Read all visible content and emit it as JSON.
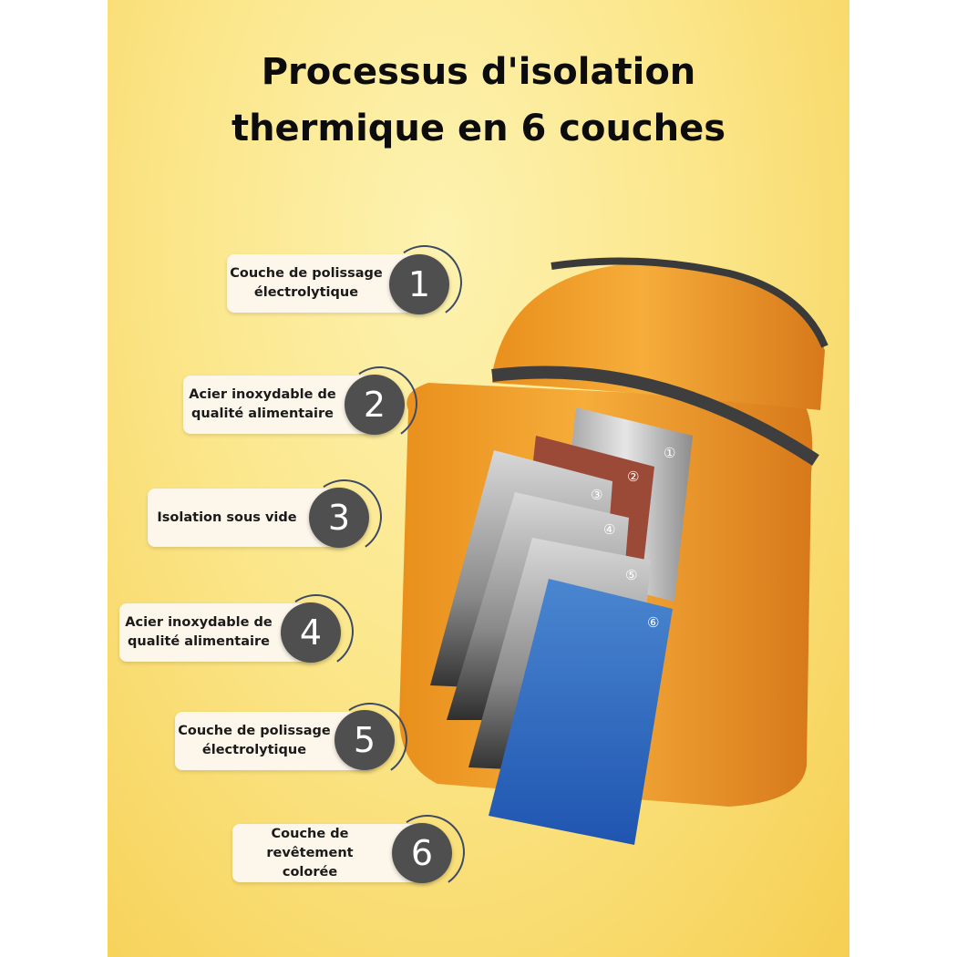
{
  "title": {
    "line1": "Processus d'isolation",
    "line2": "thermique en 6 couches"
  },
  "layers": [
    {
      "number": "1",
      "label": "Couche de polissage électrolytique"
    },
    {
      "number": "2",
      "label": "Acier inoxydable de qualité alimentaire"
    },
    {
      "number": "3",
      "label": "Isolation sous vide"
    },
    {
      "number": "4",
      "label": "Acier inoxydable de qualité alimentaire"
    },
    {
      "number": "5",
      "label": "Couche de polissage électrolytique"
    },
    {
      "number": "6",
      "label": "Couche de revêtement colorée"
    }
  ],
  "panel_markers": [
    "①",
    "②",
    "③",
    "④",
    "⑤",
    "⑥"
  ],
  "colors": {
    "background": "#fbe68a",
    "jar": "#f2a22a",
    "badge": "#4f4f4f",
    "coating": "#2a62c0",
    "copper": "#9c4a38"
  }
}
